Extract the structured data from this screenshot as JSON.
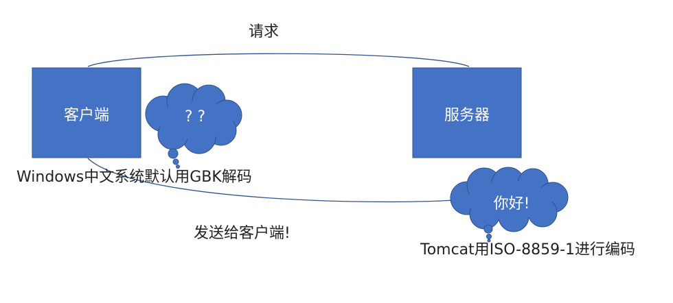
{
  "labels": {
    "request": "请求",
    "client_box": "客户端",
    "server_box": "服务器",
    "client_cloud": "? ?",
    "server_cloud": "你好!",
    "client_decode": "Windows中文系统默认用GBK解码",
    "send_to_client": "发送给客户端!",
    "server_encode": "Tomcat用ISO-8859-1进行编码"
  },
  "colors": {
    "box_fill": "#4472c4",
    "box_stroke": "#2f528f",
    "arc_stroke": "#2f528f",
    "text": "#222222",
    "label_on_shape": "#ffffff"
  }
}
